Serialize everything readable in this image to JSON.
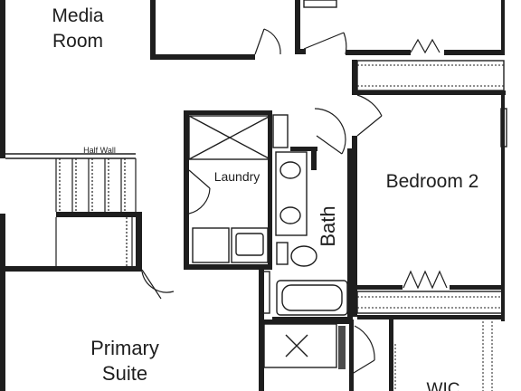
{
  "labels": {
    "media_room_line1": "Media",
    "media_room_line2": "Room",
    "half_wall": "Half Wall",
    "laundry": "Laundry",
    "bath": "Bath",
    "bedroom_2": "Bedroom 2",
    "primary_suite_line1": "Primary",
    "primary_suite_line2": "Suite",
    "wic": "WIC"
  }
}
